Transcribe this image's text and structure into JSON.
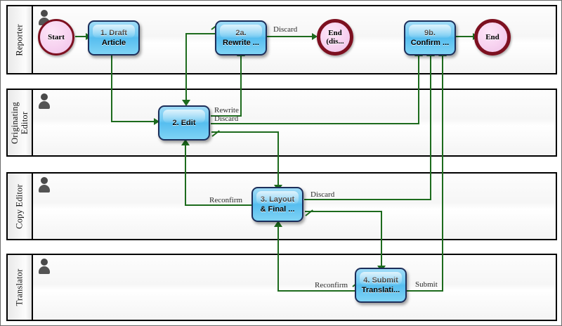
{
  "diagram": {
    "title": "Editorial workflow BPMN collaboration diagram",
    "colors": {
      "flow": "#1d6b1d",
      "task_border": "#1c2e5a",
      "task_fill": "#6ec8f2",
      "event_border": "#7d1020",
      "event_fill": "#f7d2f0",
      "lane_border": "#000000"
    }
  },
  "lanes": [
    {
      "name": "lane-reporter",
      "label": "Reporter",
      "icon": "person-icon"
    },
    {
      "name": "lane-originating-editor",
      "label": "Originating\nEditor",
      "icon": "person-icon"
    },
    {
      "name": "lane-copy-editor",
      "label": "Copy Editor",
      "icon": "person-icon"
    },
    {
      "name": "lane-translator",
      "label": "Translator",
      "icon": "person-icon"
    }
  ],
  "events": [
    {
      "id": "start",
      "type": "start",
      "label": "Start",
      "lane": "Reporter"
    },
    {
      "id": "end-discard",
      "type": "end",
      "label": "End\n(dis...",
      "lane": "Reporter"
    },
    {
      "id": "end",
      "type": "end",
      "label": "End",
      "lane": "Reporter"
    }
  ],
  "tasks": [
    {
      "id": "t1",
      "label": "1. Draft\nArticle",
      "lane": "Reporter"
    },
    {
      "id": "t2a",
      "label": "2a.\nRewrite ...",
      "lane": "Reporter"
    },
    {
      "id": "t9b",
      "label": "9b.\nConfirm ...",
      "lane": "Reporter"
    },
    {
      "id": "t2",
      "label": "2. Edit",
      "lane": "Originating Editor"
    },
    {
      "id": "t3",
      "label": "3. Layout\n& Final ...",
      "lane": "Copy Editor"
    },
    {
      "id": "t4",
      "label": "4. Submit\nTranslati...",
      "lane": "Translator"
    }
  ],
  "flow_labels": [
    {
      "id": "f-discard-1",
      "text": "Discard",
      "from": "2a. Rewrite ...",
      "to": "End (dis..."
    },
    {
      "id": "f-rewrite",
      "text": "Rewrite",
      "from": "2. Edit",
      "to": "2a. Rewrite ..."
    },
    {
      "id": "f-discard-2",
      "text": "Discard",
      "from": "2. Edit",
      "to": "9b. Confirm ..."
    },
    {
      "id": "f-reconfirm-1",
      "text": "Reconfirm",
      "from": "3. Layout & Final ...",
      "to": "2. Edit"
    },
    {
      "id": "f-discard-3",
      "text": "Discard",
      "from": "3. Layout & Final ...",
      "to": "9b. Confirm ..."
    },
    {
      "id": "f-reconfirm-2",
      "text": "Reconfirm",
      "from": "4. Submit Translati...",
      "to": "3. Layout & Final ..."
    },
    {
      "id": "f-submit",
      "text": "Submit",
      "from": "4. Submit Translati...",
      "to": "9b. Confirm ..."
    }
  ]
}
